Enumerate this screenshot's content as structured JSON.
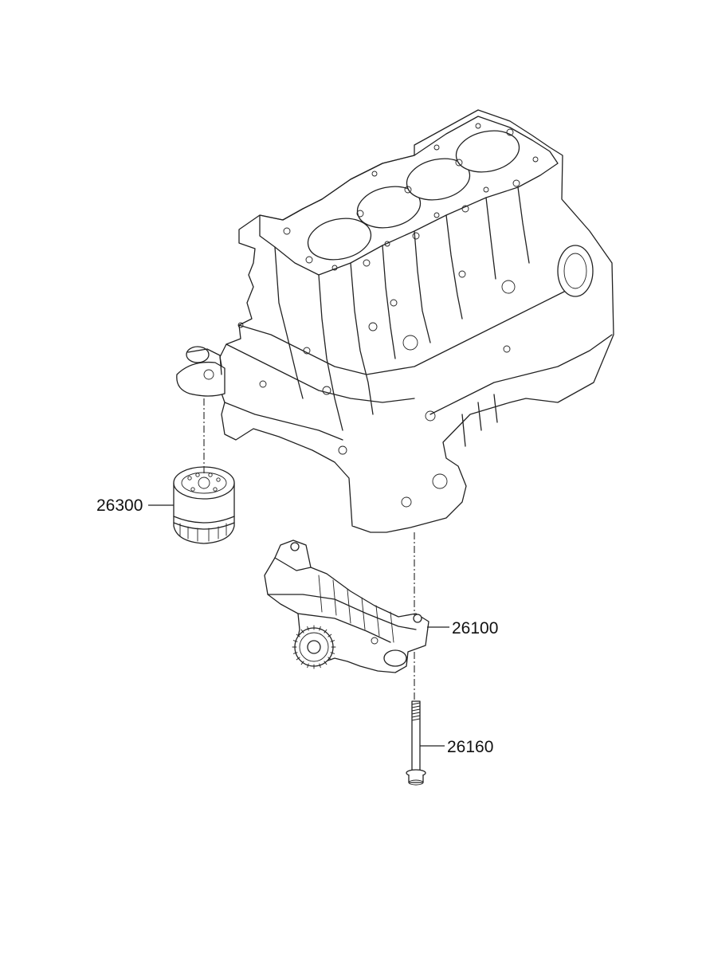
{
  "callouts": [
    {
      "part_number": "26300"
    },
    {
      "part_number": "26100"
    },
    {
      "part_number": "26160"
    }
  ]
}
